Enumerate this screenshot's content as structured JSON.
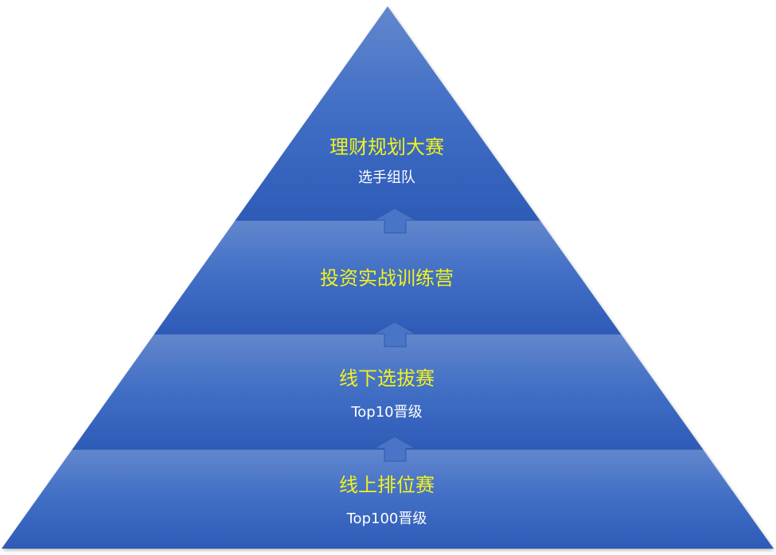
{
  "levels": [
    {
      "title": "理财规划大赛",
      "subtitle": "选手组队"
    },
    {
      "title": "投资实战训练营"
    },
    {
      "title": "线下选拔赛",
      "subtitle": "Top10晋级"
    },
    {
      "title": "线上排位赛",
      "subtitle": "Top100晋级"
    }
  ],
  "colors": {
    "band_top": "#6287cd",
    "band_bottom": "#2d5bb7",
    "title_text": "#f2f21e",
    "subtitle_text": "#ffffff"
  }
}
